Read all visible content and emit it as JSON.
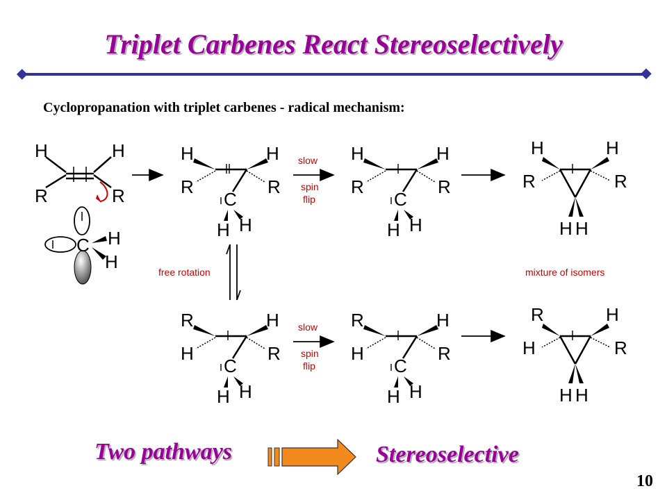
{
  "title": "Triplet Carbenes React Stereoselectively",
  "subtitle": "Cyclopropanation with triplet carbenes - radical mechanism:",
  "atoms": {
    "H": "H",
    "R": "R",
    "C": "C"
  },
  "annotations": {
    "slow": "slow",
    "spin": "spin",
    "flip": "flip",
    "free_rotation": "free rotation",
    "mixture": "mixture of isomers"
  },
  "bottom": {
    "pathways": "Two pathways",
    "result": "Stereoselective"
  },
  "page_number": "10",
  "colors": {
    "title": "#990099",
    "rule": "#333399",
    "annotation": "#cc0000",
    "arrow_orange": "#f28a1e"
  }
}
